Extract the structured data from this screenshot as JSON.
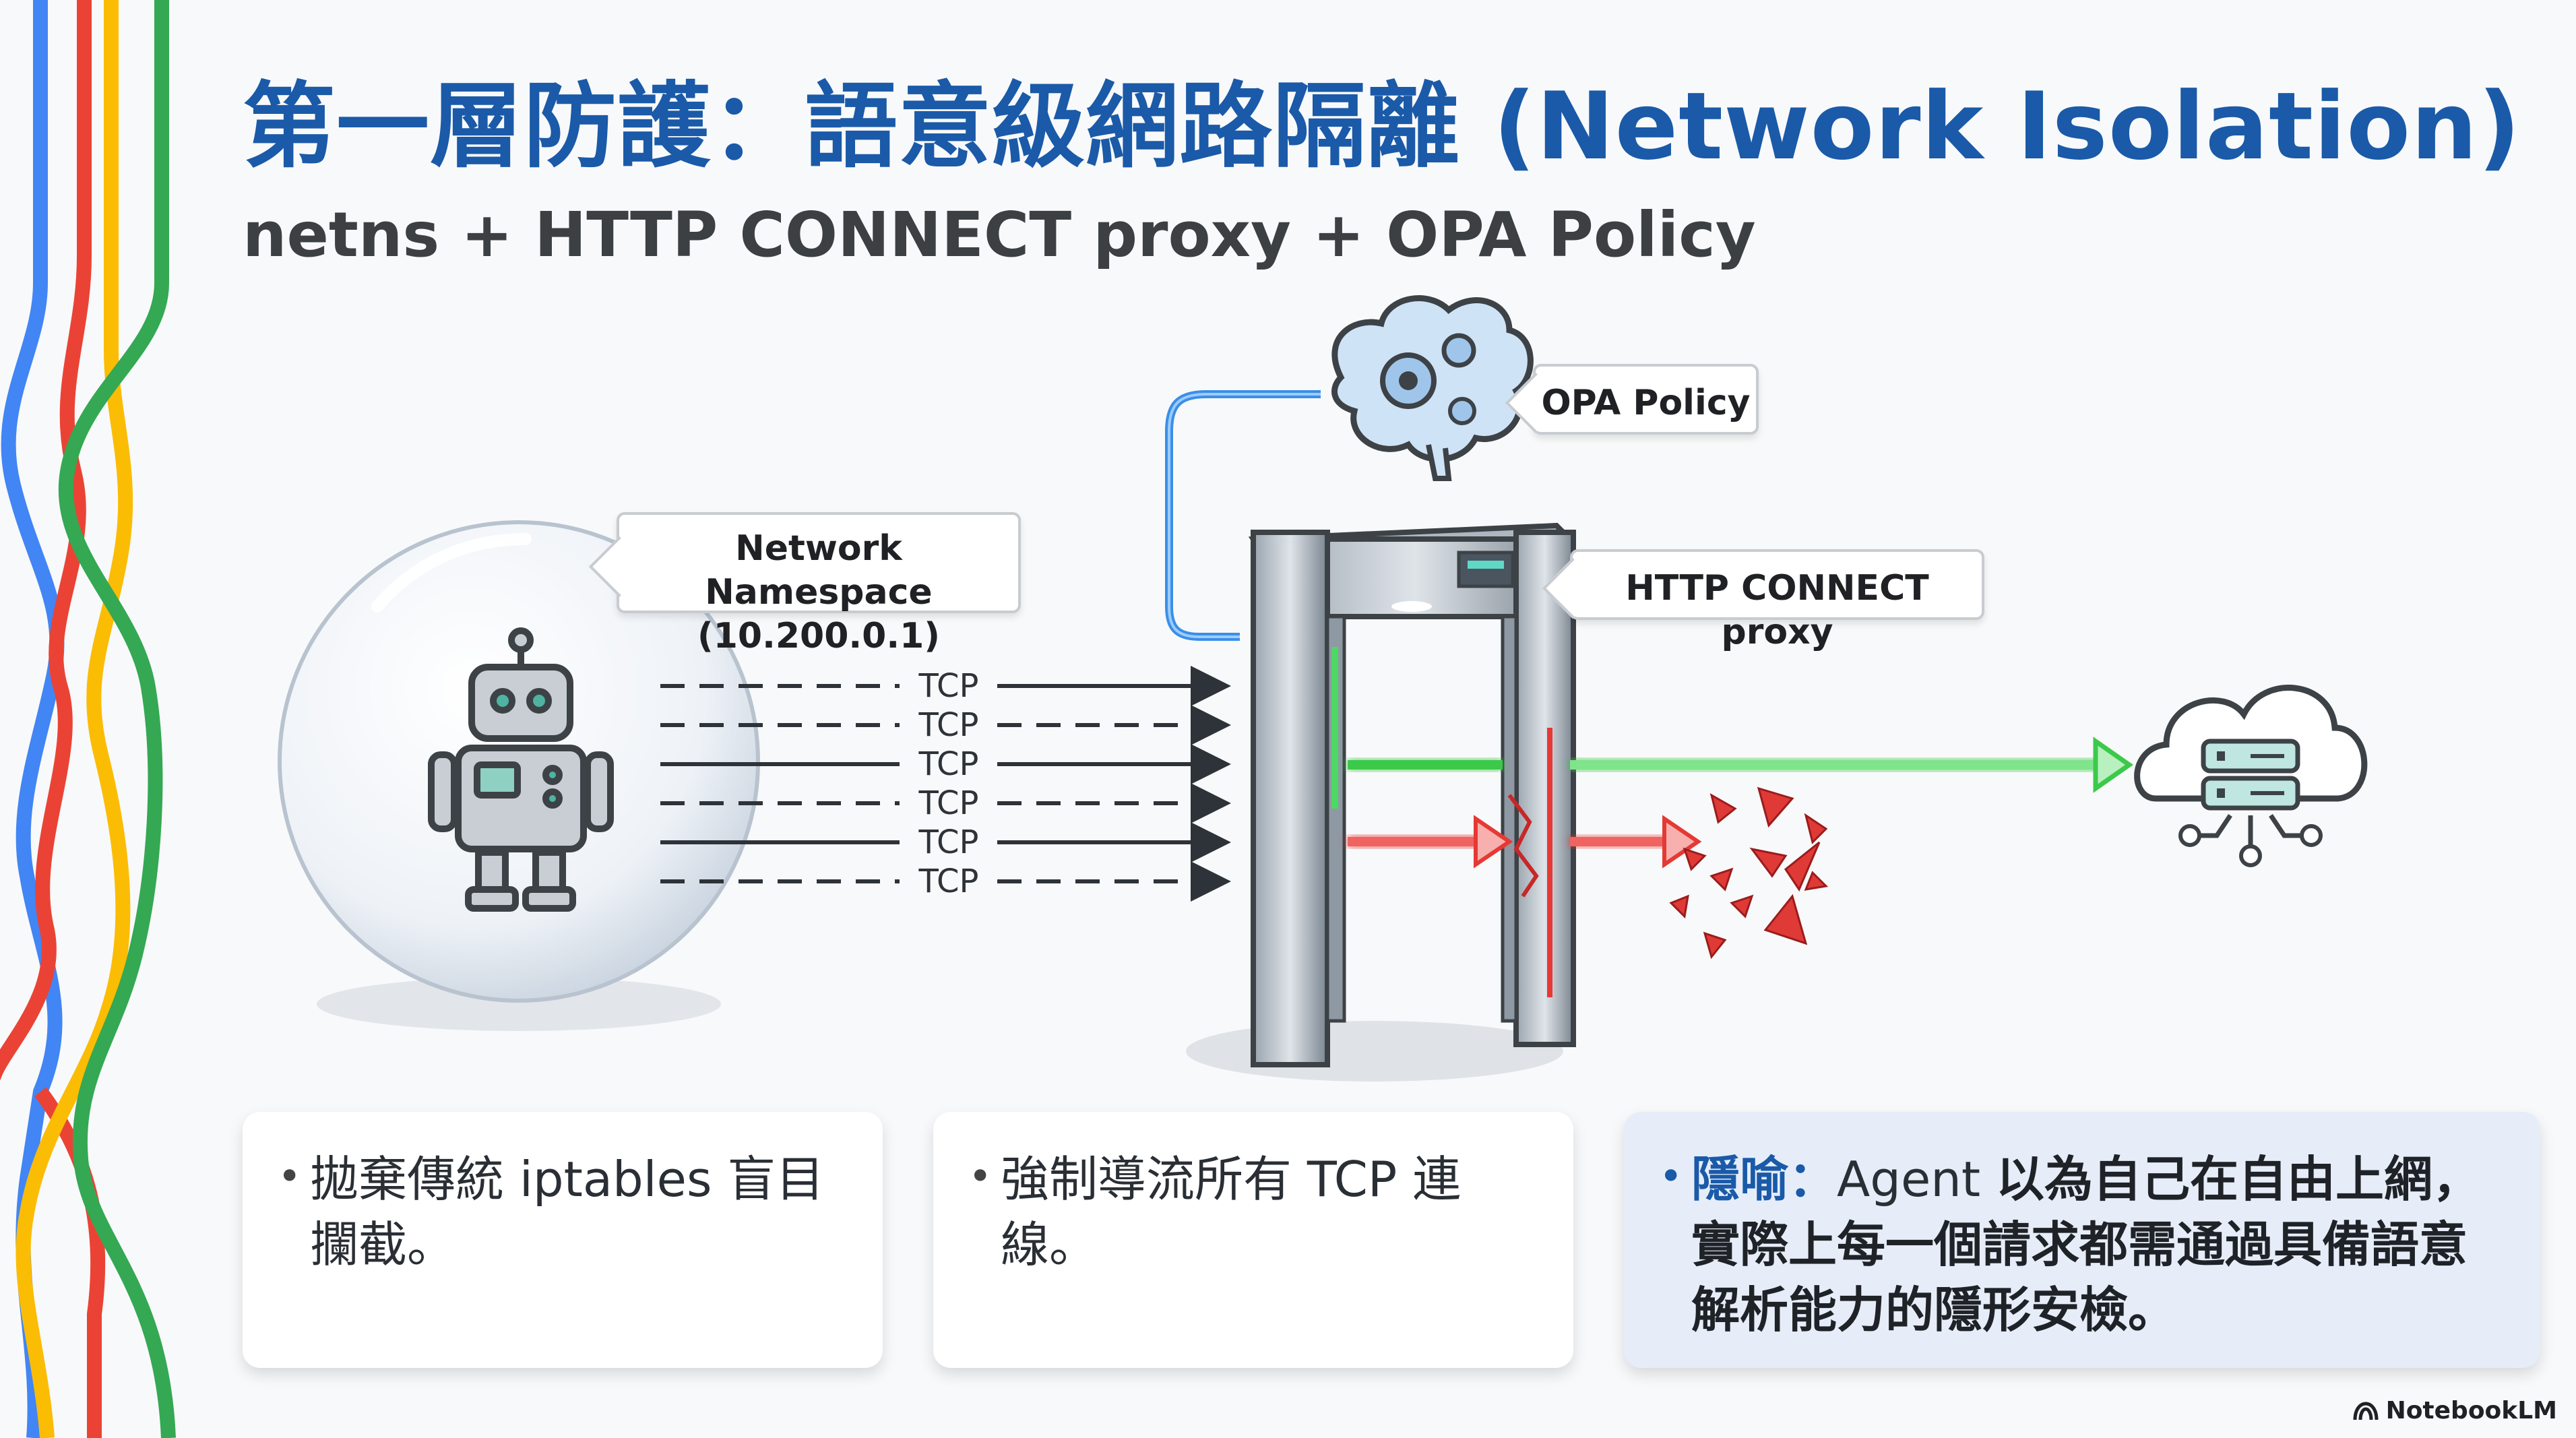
{
  "title": "第一層防護：語意級網路隔離 (Network Isolation)",
  "subtitle": "netns + HTTP CONNECT proxy + OPA Policy",
  "diagram": {
    "namespace_callout": [
      "Network Namespace",
      "(10.200.0.1)"
    ],
    "proxy_callout": "HTTP CONNECT proxy",
    "policy_callout": "OPA Policy",
    "tcp_label": "TCP",
    "tcp_lines": [
      {
        "label": "TCP",
        "left": "dashed",
        "right": "solid"
      },
      {
        "label": "TCP",
        "left": "dashed",
        "right": "dashed"
      },
      {
        "label": "TCP",
        "left": "solid",
        "right": "solid"
      },
      {
        "label": "TCP",
        "left": "dashed",
        "right": "dashed"
      },
      {
        "label": "TCP",
        "left": "solid",
        "right": "solid"
      },
      {
        "label": "TCP",
        "left": "dashed",
        "right": "dashed"
      }
    ],
    "icons": [
      "robot-icon",
      "brain-gears-icon",
      "security-gate-icon",
      "cloud-server-icon",
      "shards-icon"
    ],
    "colors": {
      "allowed": "#3cc94a",
      "blocked": "#e53935",
      "policy_link": "#3a8fe8",
      "title": "#1a5aa8"
    }
  },
  "cards": [
    {
      "bullet": "•",
      "text": "拋棄傳統 iptables 盲目攔截。"
    },
    {
      "bullet": "•",
      "text": "強制導流所有 TCP 連線。"
    },
    {
      "bullet": "•",
      "lead": "隱喻：",
      "plain": "Agent ",
      "bold": "以為自己在自由上網，實際上每一個請求都需通過具備語意解析能力的隱形安檢。"
    }
  ],
  "brand": "NotebookLM",
  "decor_colors": [
    "#4285f4",
    "#ea4335",
    "#fbbc04",
    "#34a853"
  ]
}
